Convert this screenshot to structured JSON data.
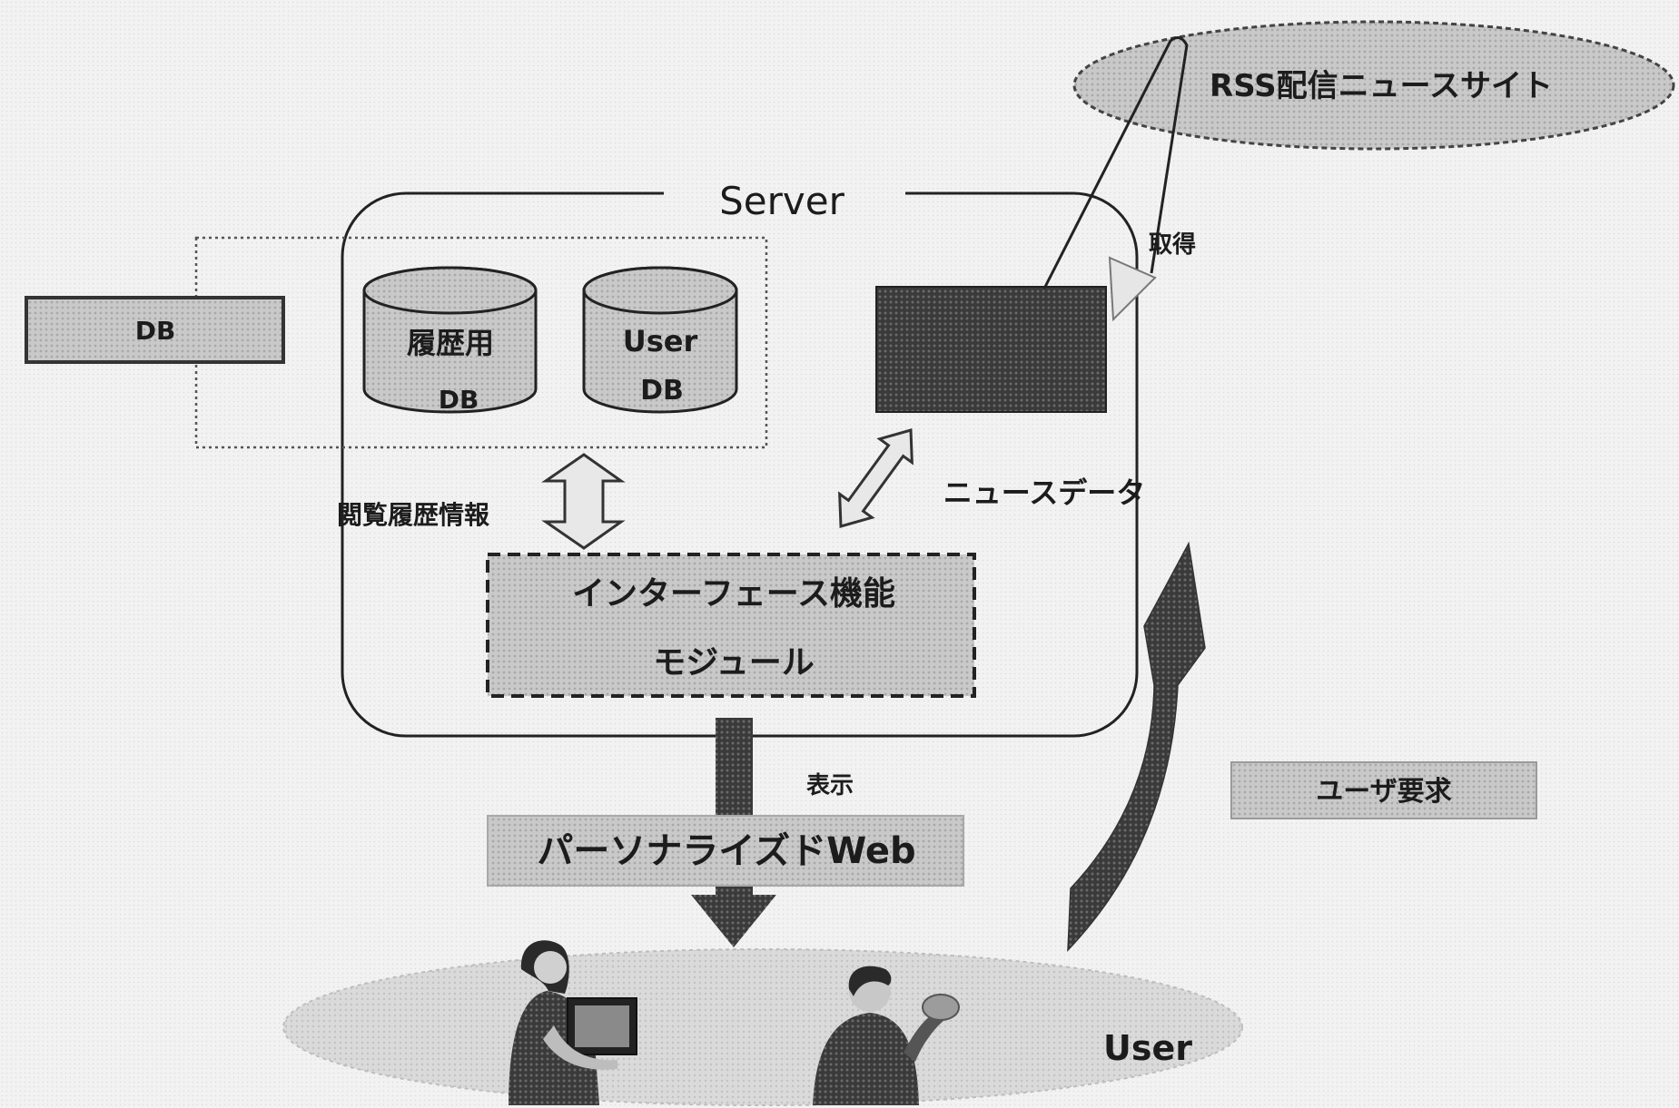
{
  "diagram": {
    "news_site": "RSS配信ニュースサイト",
    "server": "Server",
    "acquire": "取得",
    "db": "DB",
    "history_db": {
      "line1": "履歴用",
      "line2": "DB"
    },
    "user_db": {
      "line1": "User",
      "line2": "DB"
    },
    "news_data": "ニュースデータ",
    "browsing_history": "閲覧履歴情報",
    "interface_module": {
      "line1": "インターフェース機能",
      "line2": "モジュール"
    },
    "display": "表示",
    "personalized_web": "パーソナライズドWeb",
    "user_request": "ユーザ要求",
    "users": {
      "label": "User",
      "icons": [
        "woman-with-laptop-icon",
        "man-with-phone-icon"
      ]
    }
  },
  "colors": {
    "background": "#f2f2f2",
    "gray_fill": "#c9c9c9",
    "dark_fill": "#3a3a3a",
    "line": "#222222"
  }
}
